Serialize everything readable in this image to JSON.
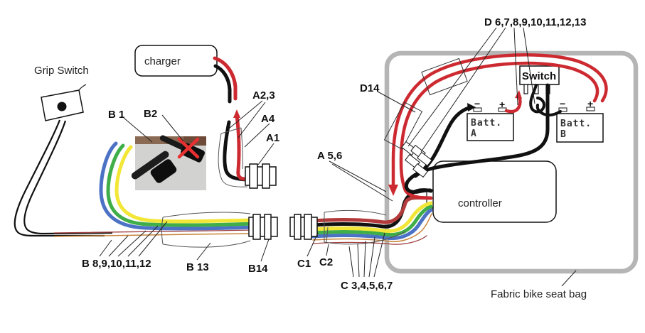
{
  "diagram_type": "ebike-wiring-diagram",
  "labels": {
    "grip_switch": "Grip Switch",
    "charger": "charger",
    "a23": "A2,3",
    "a4": "A4",
    "a1": "A1",
    "a56": "A 5,6",
    "b1": "B 1",
    "b2": "B2",
    "b8_12": "B 8,9,10,11,12",
    "b13": "B 13",
    "b14": "B14",
    "c1": "C1",
    "c2": "C2",
    "c3_7": "C 3,4,5,6,7",
    "d6_13": "D 6,7,8,9,10,11,12,13",
    "d14": "D14",
    "switch": "Switch",
    "controller": "controller",
    "fabric_bag": "Fabric bike seat bag"
  },
  "batteries": {
    "a": {
      "line1": "Batt.",
      "line2": "A",
      "neg": "−",
      "pos": "+"
    },
    "b": {
      "line1": "Batt.",
      "line2": "B",
      "neg": "−",
      "pos": "+"
    }
  },
  "colors": {
    "wire_red": "#cc2a30",
    "wire_dark_red": "#b23a3a",
    "wire_black": "#111111",
    "wire_yellow": "#f2e637",
    "wire_green": "#3fae49",
    "wire_blue": "#4b72c4",
    "wire_orange": "#c8833a",
    "wire_thin_red": "#a04040",
    "bag_border": "#b5b5b5",
    "x_mark": "#e83030",
    "photo_bg": "#d2d2d0"
  }
}
